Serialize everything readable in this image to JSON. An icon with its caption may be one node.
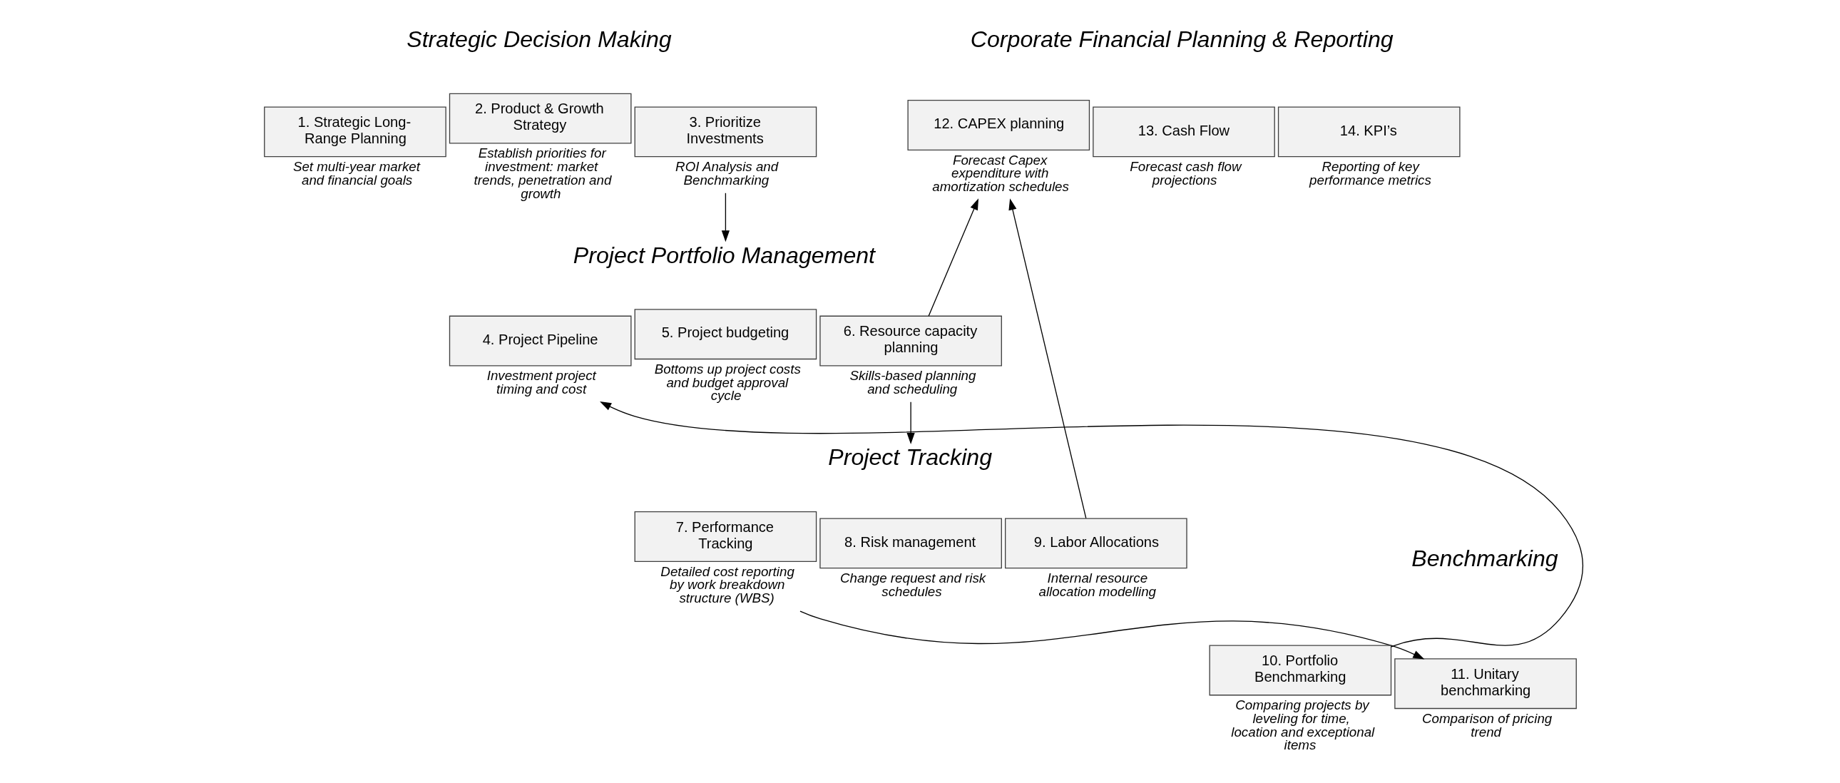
{
  "diagram": {
    "nodes": [
      {
        "text": [
          "Strategic Decision Making"
        ]
      },
      {
        "text": [
          "1. Strategic Long-Range Planning"
        ],
        "beside": [
          "Set multi-year market and financial goals"
        ]
      },
      {
        "text": [
          "2. Product & Growth Strategy"
        ],
        "beside": [
          "Establish priorities for investment: market trends, penetration and growth"
        ]
      },
      {
        "text": [
          "3. Prioritize Investments"
        ],
        "beside": [
          "ROI Analysis and Benchmarking"
        ]
      },
      {
        "text": [
          "Corporate Financial Planning & Reporting"
        ]
      },
      {
        "text": [
          "12. CAPEX planning"
        ],
        "beside": [
          "Forecast Capex expenditure with amortization schedules"
        ]
      },
      {
        "text": [
          "13. Cash Flow"
        ],
        "beside": [
          "Forecast cash flow projections"
        ]
      },
      {
        "text": [
          "14. KPI’s"
        ],
        "beside": [
          "Reporting of key performance metrics"
        ]
      },
      {
        "text": [
          "Project Portfolio Management"
        ]
      },
      {
        "text": [
          "4. Project Pipeline"
        ],
        "beside": [
          "Investment project timing and cost"
        ]
      },
      {
        "text": [
          "5. Project budgeting"
        ],
        "beside": [
          "Bottoms up project costs and budget approval cycle"
        ]
      },
      {
        "text": [
          "6. Resource capacity planning"
        ],
        "beside": [
          "Skills-based planning and scheduling"
        ]
      },
      {
        "text": [
          "Project Tracking"
        ]
      },
      {
        "text": [
          "7. Performance Tracking"
        ],
        "beside": [
          "Detailed cost reporting by work breakdown structure (WBS)"
        ]
      },
      {
        "text": [
          "8. Risk management"
        ],
        "beside": [
          "Change request and risk schedules"
        ]
      },
      {
        "text": [
          "9. Labor Allocations"
        ],
        "beside": [
          "Internal resource allocation modelling"
        ]
      },
      {
        "text": [
          "Benchmarking"
        ]
      },
      {
        "text": [
          "10. Portfolio Benchmarking"
        ],
        "beside": [
          "Comparing projects by leveling for time, location and exceptional items"
        ]
      },
      {
        "text": [
          "11. Unitary benchmarking"
        ],
        "beside": [
          "Comparison of pricing trend"
        ]
      }
    ],
    "edges": [
      {
        "from": 3,
        "to": 8,
        "arrow": "to"
      },
      {
        "from": 11,
        "to": 5,
        "arrow": "to"
      },
      {
        "from": 11,
        "to": 12,
        "arrow": "to"
      },
      {
        "from": 15,
        "to": 5,
        "arrow": "to"
      },
      {
        "from": 13,
        "to": 18,
        "arrow": "to"
      },
      {
        "from": 17,
        "to": 9,
        "arrow": "to"
      }
    ]
  }
}
